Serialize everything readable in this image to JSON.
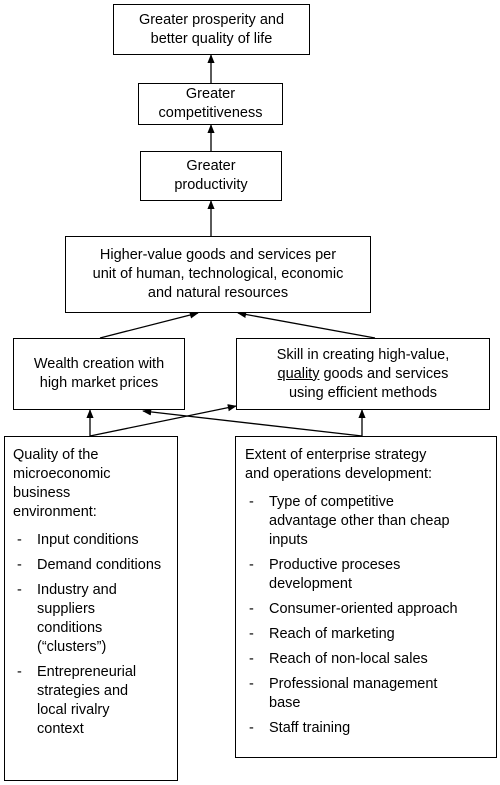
{
  "boxes": {
    "prosperity": [
      "Greater prosperity and",
      "better quality of life"
    ],
    "competitiveness": [
      "Greater",
      "competitiveness"
    ],
    "productivity": [
      "Greater",
      "productivity"
    ],
    "higher_value": [
      "Higher-value goods and services per",
      "unit of human, technological, economic",
      "and natural resources"
    ],
    "wealth": [
      "Wealth creation with",
      "high market prices"
    ],
    "skill": {
      "line1": "Skill in creating high-value,",
      "underlined": "quality",
      "line2_rest": " goods and services",
      "line3": "using efficient methods"
    }
  },
  "left_box": {
    "heading": [
      "Quality of the",
      "microeconomic",
      "business",
      "environment:"
    ],
    "items": [
      [
        "Input conditions"
      ],
      [
        "Demand conditions"
      ],
      [
        "Industry and",
        "suppliers",
        "conditions",
        "(“clusters”)"
      ],
      [
        "Entrepreneurial",
        "strategies and",
        "local rivalry",
        "context"
      ]
    ]
  },
  "right_box": {
    "heading": [
      "Extent of enterprise strategy",
      "and operations development:"
    ],
    "items": [
      [
        "Type of competitive",
        "advantage other than cheap",
        "inputs"
      ],
      [
        "Productive proceses",
        "development"
      ],
      [
        "Consumer-oriented approach"
      ],
      [
        "Reach of marketing"
      ],
      [
        "Reach of non-local sales"
      ],
      [
        "Professional management",
        "base"
      ],
      [
        "Staff training"
      ]
    ]
  },
  "bullet": "-"
}
